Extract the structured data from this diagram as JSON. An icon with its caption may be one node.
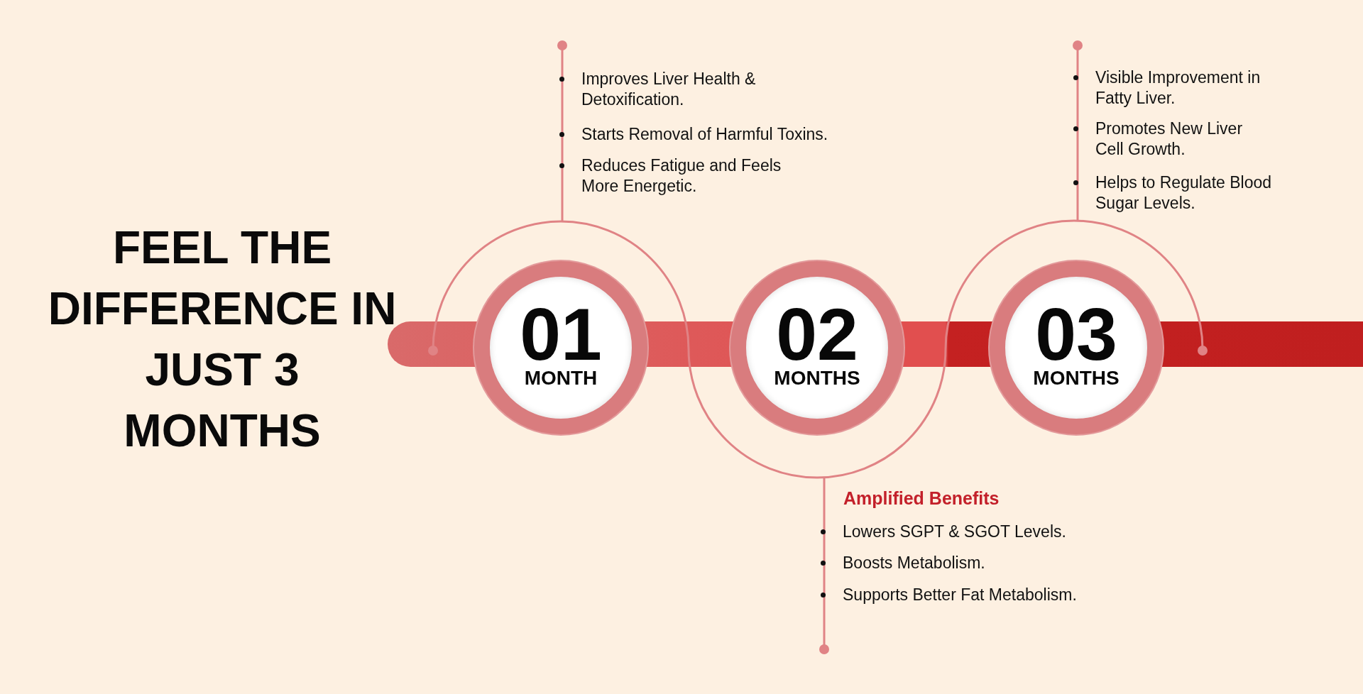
{
  "diagram": {
    "title": "FEEL THE DIFFERENCE IN JUST 3 MONTHS",
    "nodes": [
      {
        "text": [
          "01",
          "MONTH"
        ]
      },
      {
        "text": [
          "02",
          "MONTHS"
        ]
      },
      {
        "text": [
          "03",
          "MONTHS"
        ]
      }
    ],
    "labels": [
      "Improves Liver Health & Detoxification.",
      "Starts Removal of Harmful Toxins.",
      "Reduces Fatigue and Feels More Energetic.",
      "Visible Improvement in Fatty Liver.",
      "Promotes New Liver Cell Growth.",
      "Helps to Regulate Blood Sugar Levels.",
      "Amplified Benefits",
      "Lowers SGPT & SGOT Levels.",
      "Boosts Metabolism.",
      "Supports Better Fat Metabolism."
    ]
  }
}
